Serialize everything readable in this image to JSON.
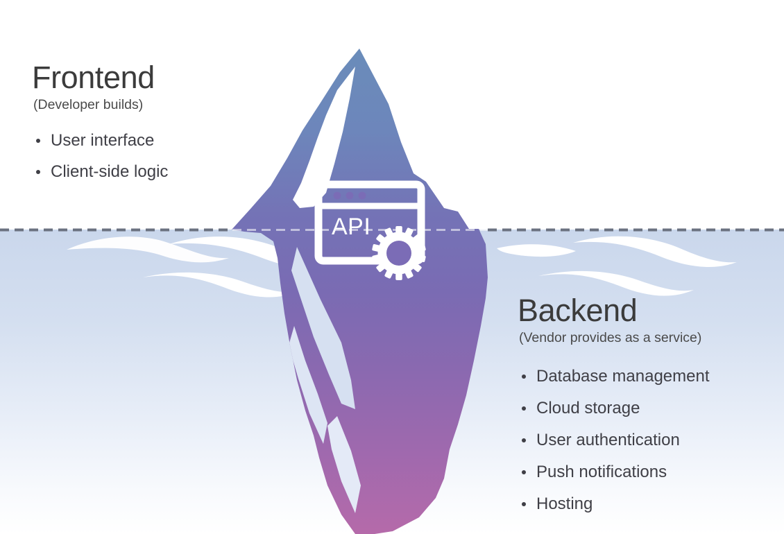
{
  "diagram": {
    "title": "Frontend / Backend iceberg diagram",
    "waterline_label": "sea-level-dashed-line"
  },
  "frontend": {
    "heading": "Frontend",
    "subheading": "(Developer builds)",
    "items": [
      "User interface",
      "Client-side logic"
    ]
  },
  "backend": {
    "heading": "Backend",
    "subheading": "(Vendor provides as a service)",
    "items": [
      "Database management",
      "Cloud storage",
      "User authentication",
      "Push notifications",
      "Hosting"
    ]
  },
  "api_icon": {
    "label": "API",
    "window_dots": 3,
    "gear": "gear-icon"
  },
  "colors": {
    "iceberg_top": "#6a8cba",
    "iceberg_mid": "#7a6bb3",
    "iceberg_bottom": "#b06aab",
    "water_top": "#ccd8ec",
    "water_bottom": "#ffffff",
    "waterline_dash": "#6b7280",
    "heading_text": "#3b3b3b",
    "body_text": "#3f3f46",
    "icon_white": "#ffffff",
    "page_background": "#ffffff"
  }
}
